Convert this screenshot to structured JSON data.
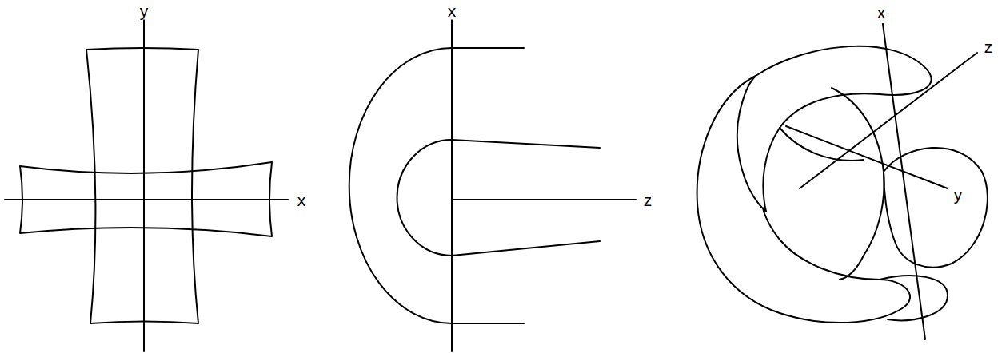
{
  "diagram": {
    "labels": [
      "y",
      "x",
      "x",
      "z",
      "x",
      "z",
      "y"
    ]
  }
}
